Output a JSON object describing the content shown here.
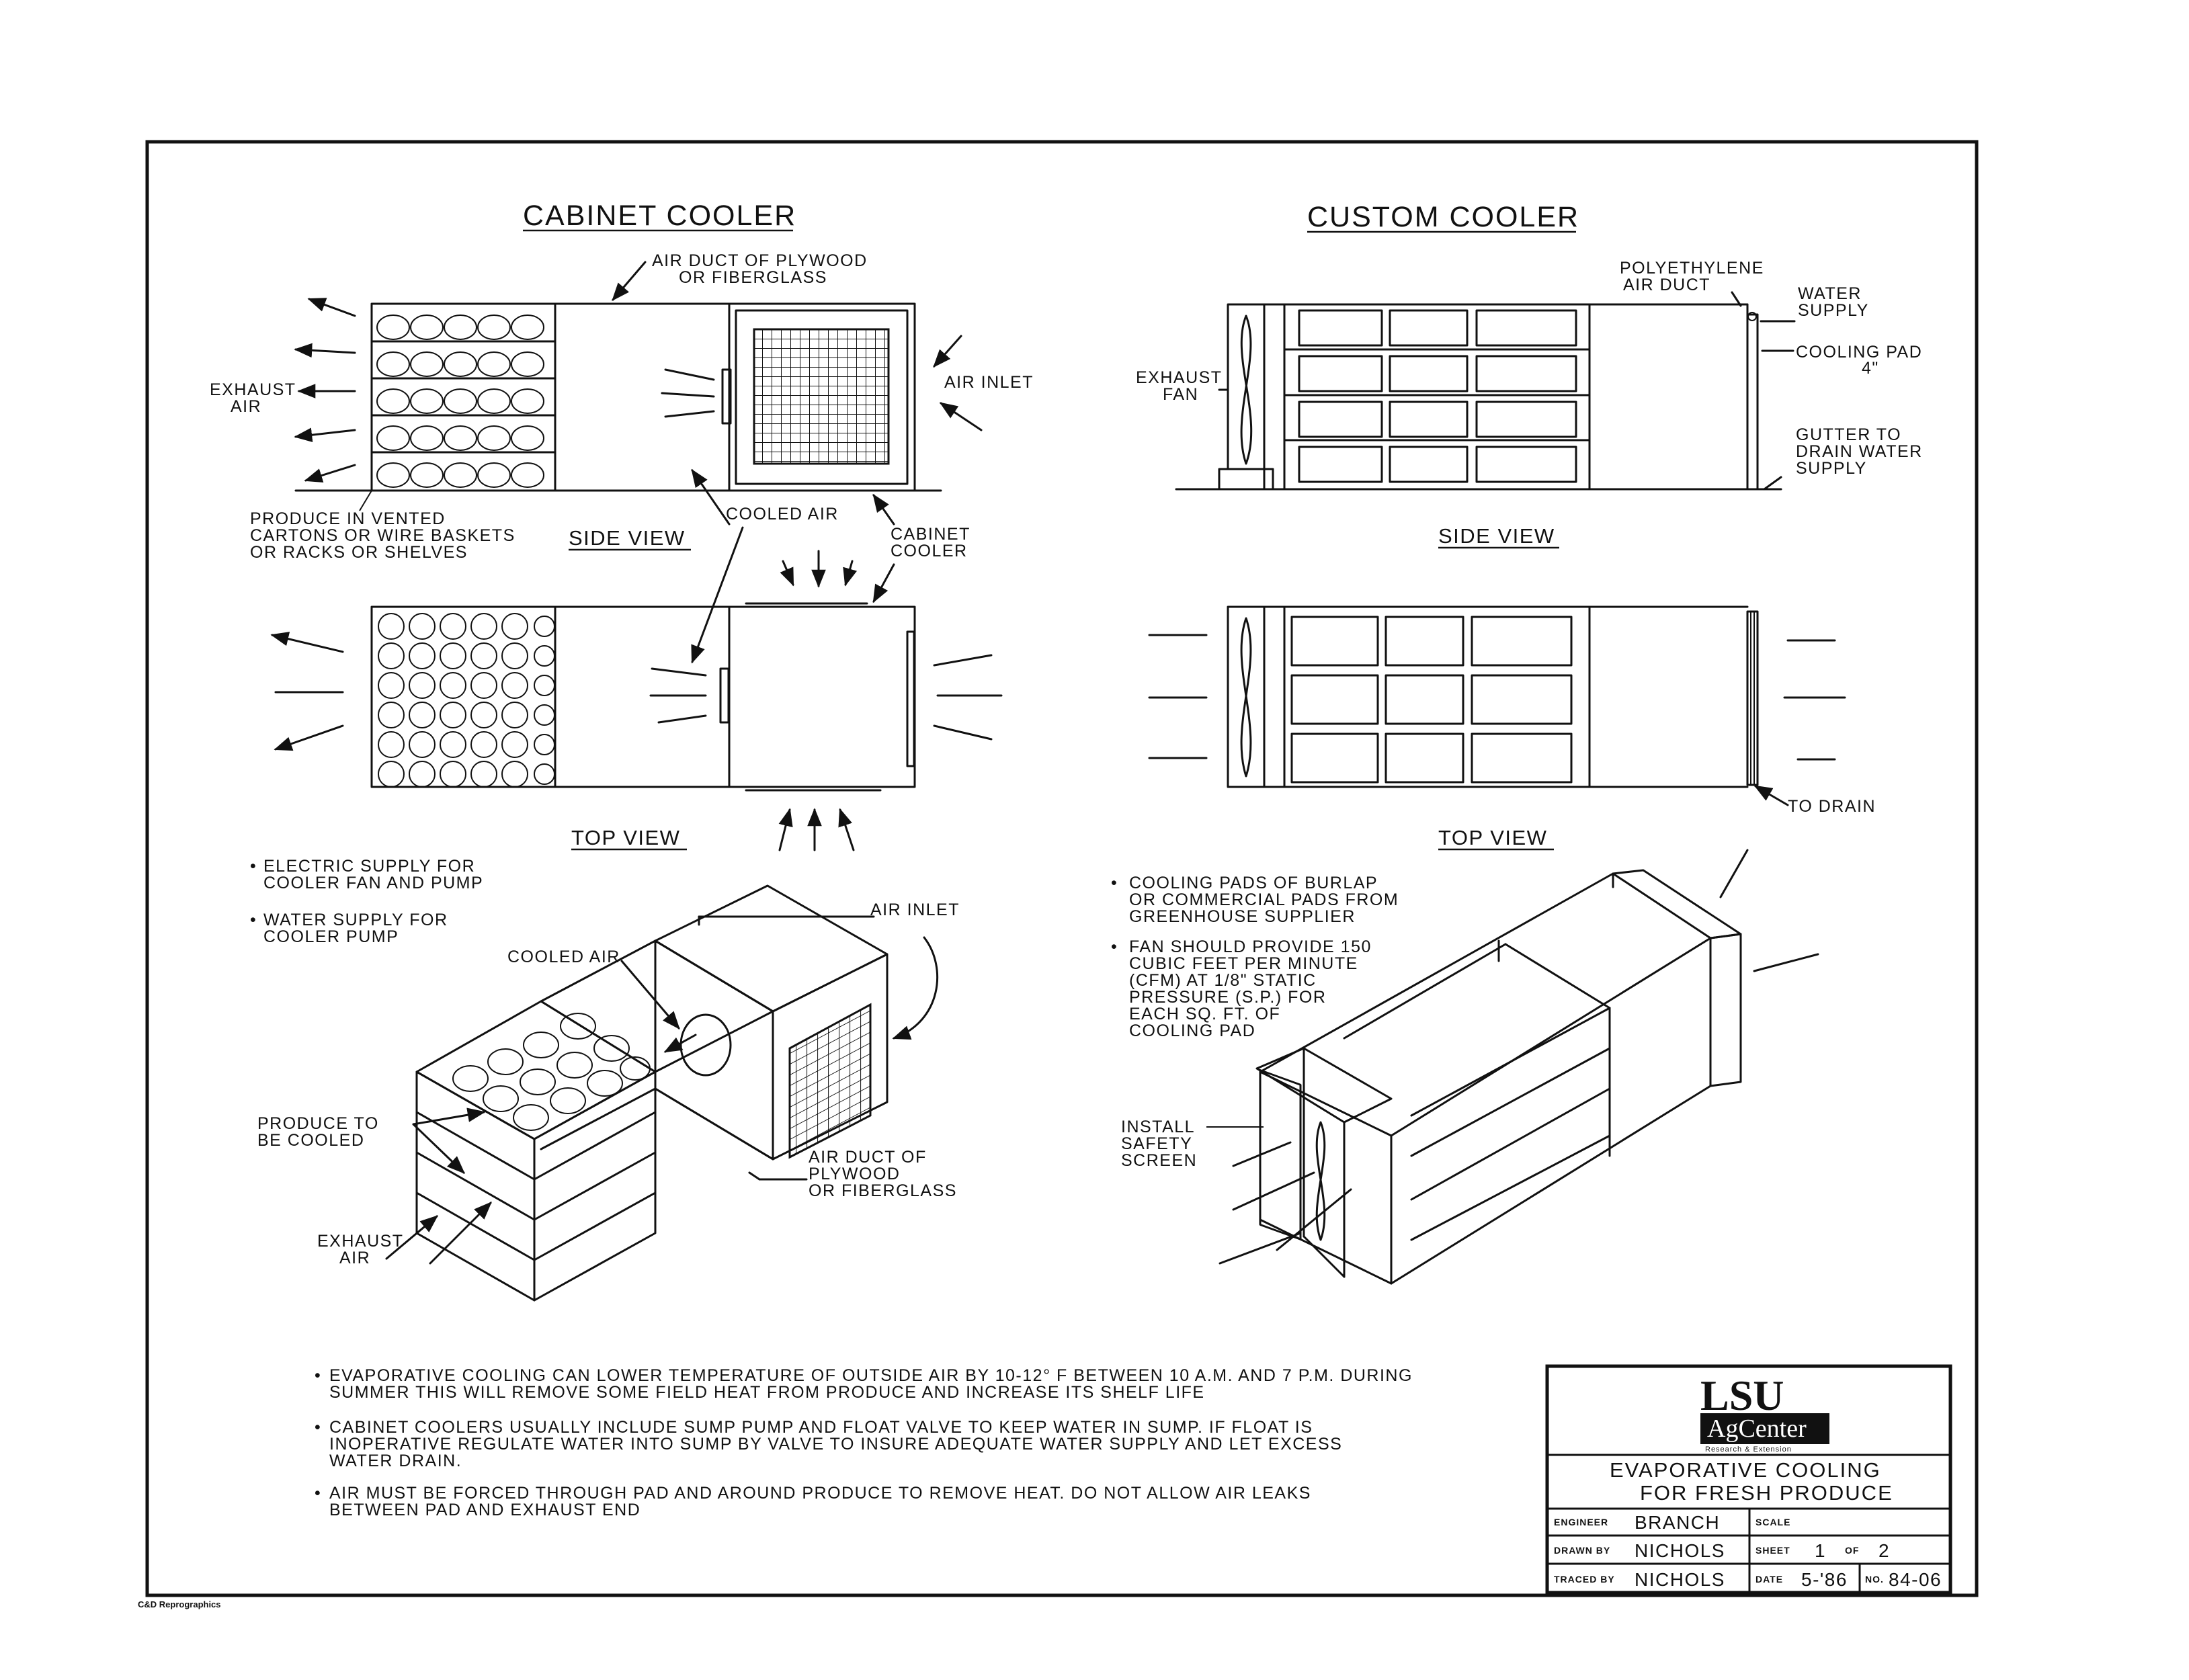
{
  "cabinet": {
    "title": "CABINET COOLER",
    "air_duct": [
      "AIR DUCT OF PLYWOOD",
      "OR FIBERGLASS"
    ],
    "exhaust_air": [
      "EXHAUST",
      "AIR"
    ],
    "air_inlet": "AIR INLET",
    "produce": [
      "PRODUCE IN VENTED",
      "CARTONS OR WIRE BASKETS",
      "OR RACKS OR SHELVES"
    ],
    "cooled_air": "COOLED AIR",
    "cabinet_cooler": [
      "CABINET",
      "COOLER"
    ],
    "side_view": "SIDE VIEW",
    "top_view": "TOP VIEW",
    "bullets": [
      [
        "ELECTRIC SUPPLY FOR",
        "COOLER FAN AND PUMP"
      ],
      [
        "WATER SUPPLY FOR",
        "COOLER PUMP"
      ]
    ],
    "iso_air_inlet": "AIR INLET",
    "iso_cooled_air": "COOLED AIR",
    "iso_produce": [
      "PRODUCE TO",
      "BE COOLED"
    ],
    "iso_exhaust": [
      "EXHAUST",
      "AIR"
    ],
    "iso_duct": [
      "AIR DUCT OF",
      "PLYWOOD",
      "OR FIBERGLASS"
    ]
  },
  "custom": {
    "title": "CUSTOM COOLER",
    "poly_duct": [
      "POLYETHYLENE",
      "AIR DUCT"
    ],
    "water_supply": [
      "WATER",
      "SUPPLY"
    ],
    "cooling_pad": [
      "COOLING PAD",
      "4\""
    ],
    "exhaust_fan": [
      "EXHAUST",
      "FAN"
    ],
    "gutter": [
      "GUTTER TO",
      "DRAIN WATER",
      "SUPPLY"
    ],
    "side_view": "SIDE VIEW",
    "top_view": "TOP VIEW",
    "to_drain": "TO DRAIN",
    "bullets": [
      [
        "COOLING PADS OF BURLAP",
        "OR COMMERCIAL PADS FROM",
        "GREENHOUSE SUPPLIER"
      ],
      [
        "FAN SHOULD PROVIDE 150",
        "CUBIC FEET PER MINUTE",
        "(CFM) AT 1/8\" STATIC",
        "PRESSURE (S.P.) FOR",
        "EACH SQ. FT. OF",
        "COOLING PAD"
      ]
    ],
    "safety_screen": [
      "INSTALL",
      "SAFETY",
      "SCREEN"
    ]
  },
  "notes": [
    [
      "EVAPORATIVE COOLING CAN LOWER TEMPERATURE OF OUTSIDE AIR BY 10-12° F BETWEEN 10 A.M. AND 7 P.M. DURING",
      "SUMMER THIS WILL REMOVE SOME FIELD HEAT FROM PRODUCE AND INCREASE ITS SHELF LIFE"
    ],
    [
      "CABINET COOLERS USUALLY INCLUDE SUMP PUMP AND FLOAT VALVE TO KEEP WATER IN SUMP. IF FLOAT IS",
      "INOPERATIVE REGULATE WATER INTO SUMP BY VALVE TO INSURE ADEQUATE WATER SUPPLY AND LET EXCESS",
      "WATER DRAIN."
    ],
    [
      "AIR MUST BE FORCED THROUGH PAD AND AROUND PRODUCE TO REMOVE HEAT. DO NOT ALLOW AIR LEAKS",
      "BETWEEN PAD AND EXHAUST END"
    ]
  ],
  "title_block": {
    "logo_top": "LSU",
    "logo_bottom": "AgCenter",
    "logo_sub": "Research & Extension",
    "title": [
      "EVAPORATIVE COOLING",
      "FOR FRESH PRODUCE"
    ],
    "engineer_label": "ENGINEER",
    "engineer": "BRANCH",
    "scale_label": "SCALE",
    "drawn_label": "DRAWN BY",
    "drawn": "NICHOLS",
    "sheet_label": "SHEET",
    "sheet": "1",
    "of_label": "OF",
    "of": "2",
    "traced_label": "TRACED BY",
    "traced": "NICHOLS",
    "date_label": "DATE",
    "date": "5-'86",
    "no_label": "NO.",
    "no": "84-06"
  },
  "footer": "C&D Reprographics"
}
